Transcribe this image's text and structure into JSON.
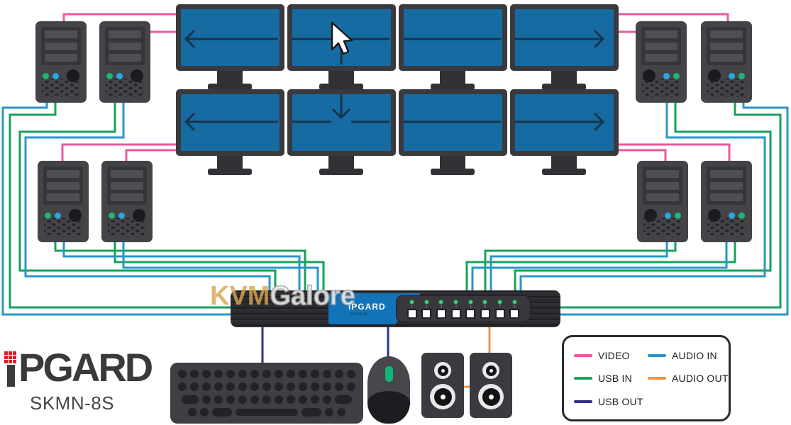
{
  "logo": {
    "name": "iPGARD",
    "text_rest": "PGARD",
    "model": "SKMN-8S"
  },
  "watermark": {
    "part1": "KVM",
    "part2": "Galore"
  },
  "kvm": {
    "label": "iPGARD",
    "sublabel": "SKMN-8S",
    "ports": [
      "1",
      "2",
      "3",
      "4",
      "5",
      "6",
      "7",
      "8"
    ]
  },
  "legend": {
    "items": [
      {
        "id": "video",
        "label": "VIDEO",
        "color": "#e85a9e"
      },
      {
        "id": "audio-in",
        "label": "AUDIO IN",
        "color": "#2896c8"
      },
      {
        "id": "usb-in",
        "label": "USB IN",
        "color": "#17a15b"
      },
      {
        "id": "audio-out",
        "label": "AUDIO OUT",
        "color": "#f2924c"
      },
      {
        "id": "usb-out",
        "label": "USB OUT",
        "color": "#2e3192"
      }
    ]
  },
  "colors": {
    "video": "#e85a9e",
    "usb_in": "#17a15b",
    "audio_in": "#2896c8",
    "usb_out": "#2e3192",
    "audio_out": "#f2924c",
    "screen": "#176ba3",
    "screen_arrow": "#16344e",
    "chassis": "#3e3e43"
  },
  "counts": {
    "monitors": 8,
    "computers": 8,
    "kvm_ports": 8
  }
}
